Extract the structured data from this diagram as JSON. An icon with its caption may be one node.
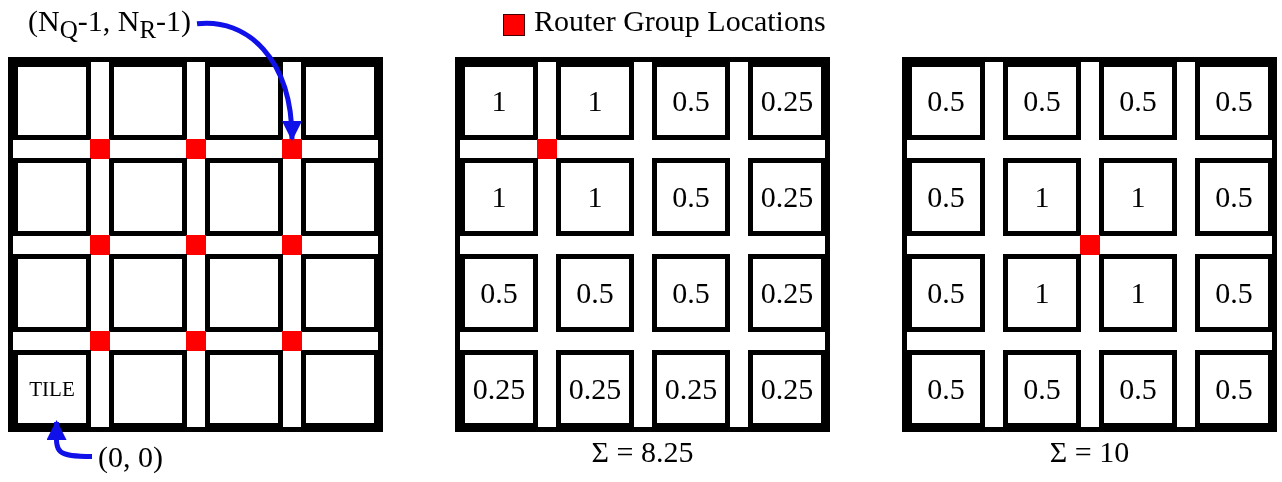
{
  "diagram": {
    "nodes": [
      {
        "text": [
          "(N$_{Q}$-1, N$_{R}$-1)"
        ]
      },
      {
        "text": [],
        "shape": "box"
      },
      {
        "text": [],
        "shape": "box",
        "in": 1
      },
      {
        "text": [],
        "shape": "box",
        "in": 1
      },
      {
        "text": [],
        "shape": "box",
        "in": 1
      },
      {
        "text": [],
        "shape": "box",
        "in": 1
      },
      {
        "text": [],
        "shape": "square",
        "in": 1
      },
      {
        "text": [],
        "shape": "square",
        "in": 1
      },
      {
        "text": [],
        "shape": "square",
        "in": 1
      },
      {
        "text": [],
        "shape": "box",
        "in": 1
      },
      {
        "text": [],
        "shape": "box",
        "in": 1
      },
      {
        "text": [],
        "shape": "box",
        "in": 1
      },
      {
        "text": [],
        "shape": "box",
        "in": 1
      },
      {
        "text": [],
        "shape": "square",
        "in": 1
      },
      {
        "text": [],
        "shape": "square",
        "in": 1
      },
      {
        "text": [],
        "shape": "square",
        "in": 1
      },
      {
        "text": [],
        "shape": "box",
        "in": 1
      },
      {
        "text": [],
        "shape": "box",
        "in": 1
      },
      {
        "text": [],
        "shape": "box",
        "in": 1
      },
      {
        "text": [],
        "shape": "box",
        "in": 1
      },
      {
        "text": [],
        "shape": "square",
        "in": 1
      },
      {
        "text": [],
        "shape": "square",
        "in": 1
      },
      {
        "text": [],
        "shape": "square",
        "in": 1
      },
      {
        "text": [
          "TILE"
        ],
        "in": 1
      },
      {
        "text": [],
        "shape": "box",
        "in": 1
      },
      {
        "text": [],
        "shape": "box",
        "in": 1
      },
      {
        "text": [],
        "shape": "box",
        "in": 1
      },
      {
        "text": [
          "(0, 0)"
        ]
      },
      {
        "text": [],
        "shape": "box",
        "beside": [
          "Σ = 8.25"
        ]
      },
      {
        "text": [
          "1"
        ],
        "in": 28
      },
      {
        "text": [
          "1"
        ],
        "in": 28
      },
      {
        "text": [
          "0.5"
        ],
        "in": 28
      },
      {
        "text": [
          "0.25"
        ],
        "in": 28
      },
      {
        "text": [],
        "shape": "square",
        "in": 28
      },
      {
        "text": [
          "1"
        ],
        "in": 28
      },
      {
        "text": [
          "1"
        ],
        "in": 28
      },
      {
        "text": [
          "0.5"
        ],
        "in": 28
      },
      {
        "text": [
          "0.25"
        ],
        "in": 28
      },
      {
        "text": [
          "0.5"
        ],
        "in": 28
      },
      {
        "text": [
          "0.5"
        ],
        "in": 28
      },
      {
        "text": [
          "0.5"
        ],
        "in": 28
      },
      {
        "text": [
          "0.25"
        ],
        "in": 28
      },
      {
        "text": [
          "0.25"
        ],
        "in": 28
      },
      {
        "text": [
          "0.25"
        ],
        "in": 28
      },
      {
        "text": [
          "0.25"
        ],
        "in": 28
      },
      {
        "text": [
          "0.25"
        ],
        "in": 28
      },
      {
        "text": [],
        "shape": "box",
        "beside": [
          "Σ = 10"
        ]
      },
      {
        "text": [
          "0.5"
        ],
        "in": 46
      },
      {
        "text": [
          "0.5"
        ],
        "in": 46
      },
      {
        "text": [
          "0.5"
        ],
        "in": 46
      },
      {
        "text": [
          "0.5"
        ],
        "in": 46
      },
      {
        "text": [
          "0.5"
        ],
        "in": 46
      },
      {
        "text": [
          "1"
        ],
        "in": 46
      },
      {
        "text": [
          "1"
        ],
        "in": 46
      },
      {
        "text": [
          "0.5"
        ],
        "in": 46
      },
      {
        "text": [],
        "shape": "square",
        "in": 46
      },
      {
        "text": [
          "0.5"
        ],
        "in": 46
      },
      {
        "text": [
          "1"
        ],
        "in": 46
      },
      {
        "text": [
          "1"
        ],
        "in": 46
      },
      {
        "text": [
          "0.5"
        ],
        "in": 46
      },
      {
        "text": [
          "0.5"
        ],
        "in": 46
      },
      {
        "text": [
          "0.5"
        ],
        "in": 46
      },
      {
        "text": [
          "0.5"
        ],
        "in": 46
      },
      {
        "text": [
          "0.5"
        ],
        "in": 46
      }
    ],
    "edges": [
      {
        "from": 0,
        "to": 8,
        "arrow": "to"
      },
      {
        "from": 27,
        "to": 23,
        "arrow": "to"
      }
    ],
    "legend": [
      {
        "text": "Router Group Locations",
        "color": "#ff0000"
      }
    ]
  }
}
